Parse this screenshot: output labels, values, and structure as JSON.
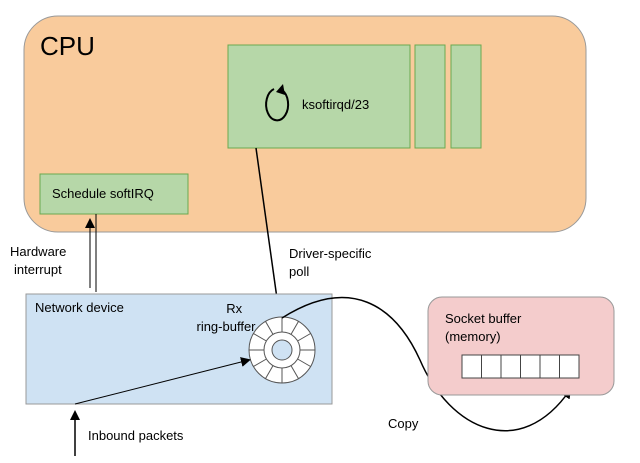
{
  "cpu": {
    "title": "CPU",
    "process_label": "ksoftirqd/23",
    "schedule_label": "Schedule softIRQ"
  },
  "edges": {
    "hardware_interrupt": [
      "Hardware",
      "interrupt"
    ],
    "driver_poll": [
      "Driver-specific",
      "poll"
    ],
    "copy": "Copy",
    "inbound": "Inbound packets"
  },
  "network_device": {
    "title": "Network device",
    "rx_label": [
      "Rx",
      "ring-buffer"
    ]
  },
  "socket_buffer": {
    "title": [
      "Socket buffer",
      "(memory)"
    ],
    "slots": 6
  },
  "colors": {
    "cpu_fill": "#f9cb9c",
    "green_fill": "#b6d7a8",
    "green_stroke": "#6aa84f",
    "device_fill": "#cfe2f3",
    "socket_fill": "#f4cccc",
    "stroke": "#999999"
  }
}
